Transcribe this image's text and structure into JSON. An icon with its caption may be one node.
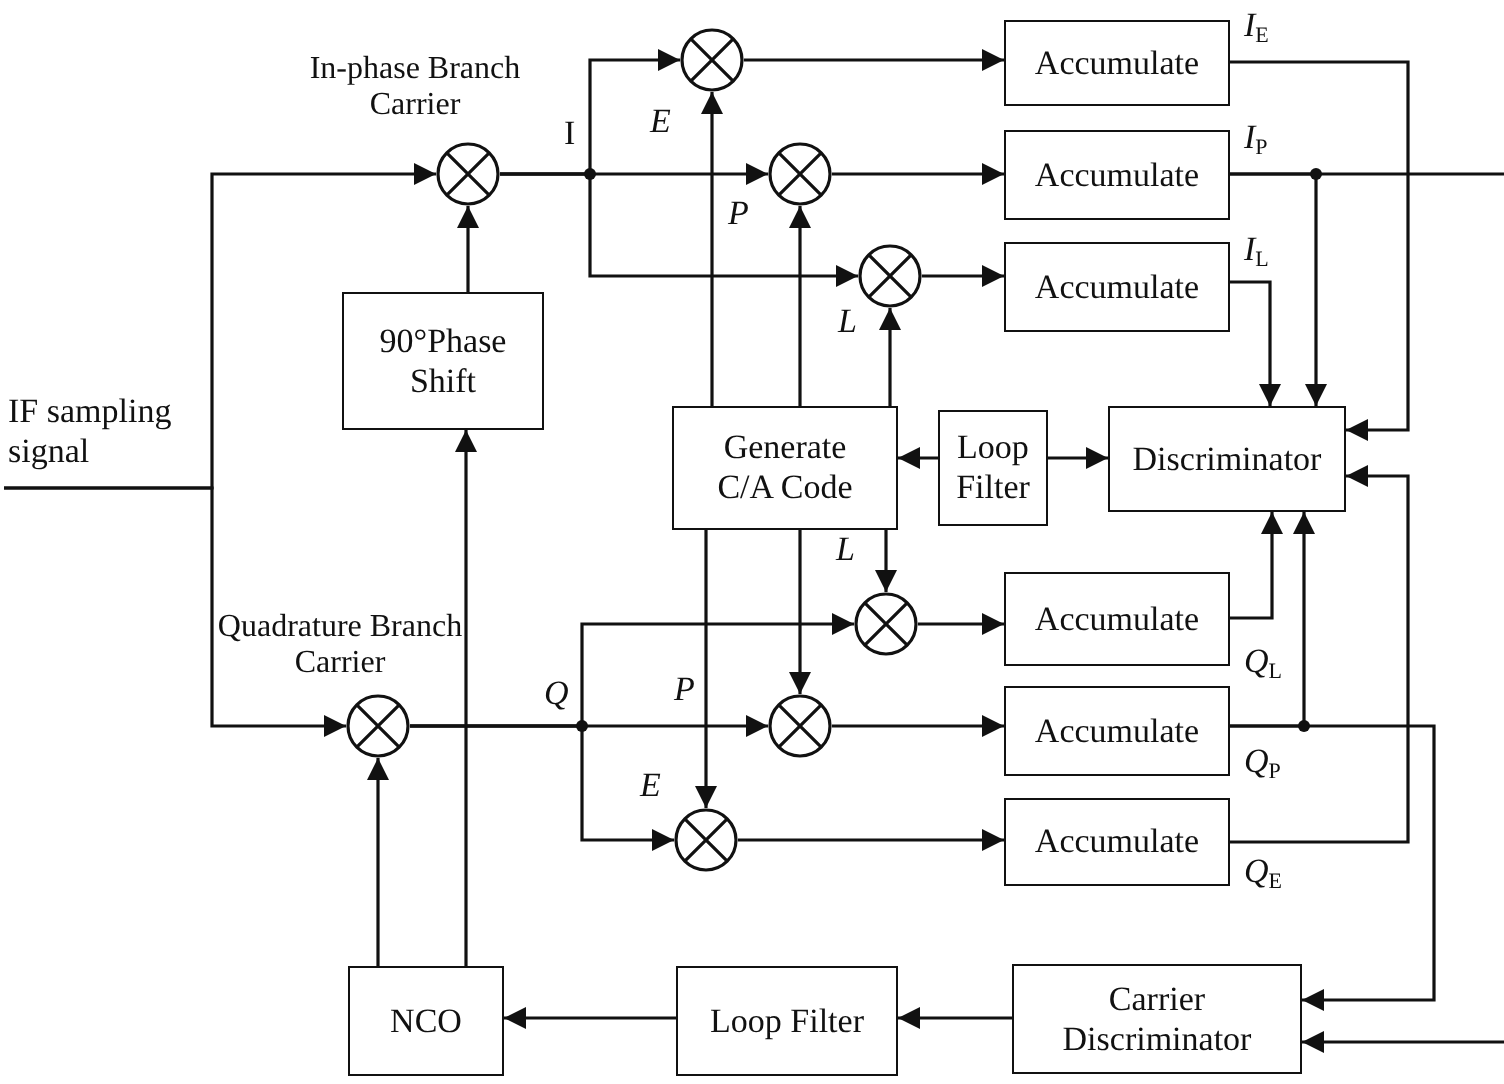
{
  "diagram": {
    "nodes": [
      {
        "text": [],
        "shape": "circle",
        "beside": [
          "In-phase Branch Carrier"
        ]
      },
      {
        "text": [],
        "shape": "circle"
      },
      {
        "text": [
          "Accumulate"
        ]
      },
      {
        "text": [],
        "shape": "circle"
      },
      {
        "text": [
          "Accumulate"
        ]
      },
      {
        "text": [],
        "shape": "circle"
      },
      {
        "text": [
          "Accumulate"
        ]
      },
      {
        "text": [
          "90°Phase Shift"
        ]
      },
      {
        "text": [
          "IF sampling signal"
        ]
      },
      {
        "text": [
          "Generate C/A Code"
        ]
      },
      {
        "text": [
          "Loop Filter"
        ]
      },
      {
        "text": [
          "Discriminator"
        ]
      },
      {
        "text": [],
        "shape": "circle"
      },
      {
        "text": [
          "Accumulate"
        ]
      },
      {
        "text": [],
        "shape": "circle",
        "beside": [
          "Quadrature Branch Carrier"
        ]
      },
      {
        "text": [],
        "shape": "circle"
      },
      {
        "text": [
          "Accumulate"
        ]
      },
      {
        "text": [],
        "shape": "circle"
      },
      {
        "text": [
          "Accumulate"
        ]
      },
      {
        "text": [
          "NCO"
        ]
      },
      {
        "text": [
          "Loop Filter"
        ]
      },
      {
        "text": [
          "Carrier Discriminator"
        ]
      }
    ],
    "edges": [
      {
        "from": 8,
        "to": 0,
        "arrow": "to"
      },
      {
        "from": 8,
        "to": 14,
        "arrow": "to"
      },
      {
        "from": 7,
        "to": 0,
        "arrow": "to"
      },
      {
        "from": 19,
        "to": 7,
        "arrow": "to"
      },
      {
        "from": 19,
        "to": 14,
        "arrow": "to"
      },
      {
        "from": 0,
        "to": 1,
        "arrow": "to"
      },
      {
        "from": 0,
        "to": 3,
        "arrow": "to"
      },
      {
        "from": 0,
        "to": 5,
        "arrow": "to"
      },
      {
        "from": 9,
        "to": 1,
        "arrow": "to"
      },
      {
        "from": 9,
        "to": 3,
        "arrow": "to"
      },
      {
        "from": 9,
        "to": 5,
        "arrow": "to"
      },
      {
        "from": 9,
        "to": 12,
        "arrow": "to"
      },
      {
        "from": 9,
        "to": 15,
        "arrow": "to"
      },
      {
        "from": 9,
        "to": 17,
        "arrow": "to"
      },
      {
        "from": 1,
        "to": 2,
        "arrow": "to"
      },
      {
        "from": 3,
        "to": 4,
        "arrow": "to"
      },
      {
        "from": 5,
        "to": 6,
        "arrow": "to"
      },
      {
        "from": 12,
        "to": 13,
        "arrow": "to"
      },
      {
        "from": 15,
        "to": 16,
        "arrow": "to"
      },
      {
        "from": 17,
        "to": 18,
        "arrow": "to"
      },
      {
        "from": 14,
        "to": 12,
        "arrow": "to"
      },
      {
        "from": 14,
        "to": 15,
        "arrow": "to"
      },
      {
        "from": 14,
        "to": 17,
        "arrow": "to"
      },
      {
        "from": 10,
        "to": 9,
        "arrow": "to"
      },
      {
        "from": 10,
        "to": 11,
        "arrow": "to"
      },
      {
        "from": 2,
        "to": 11,
        "arrow": "to"
      },
      {
        "from": 4,
        "to": 11,
        "arrow": "to"
      },
      {
        "from": 4,
        "to": null,
        "arrow": "none"
      },
      {
        "from": 6,
        "to": 11,
        "arrow": "to"
      },
      {
        "from": 13,
        "to": 11,
        "arrow": "to"
      },
      {
        "from": 16,
        "to": 11,
        "arrow": "to"
      },
      {
        "from": 16,
        "to": 21,
        "arrow": "to"
      },
      {
        "from": 18,
        "to": 11,
        "arrow": "to"
      },
      {
        "from": null,
        "to": 21,
        "arrow": "to"
      },
      {
        "from": 21,
        "to": 20,
        "arrow": "to"
      },
      {
        "from": 20,
        "to": 19,
        "arrow": "to"
      }
    ],
    "labels": [
      "*I*$_{E}$",
      "*E*",
      "I",
      "*I*$_{P}$",
      "*P*",
      "*I*$_{L}$",
      "*L*",
      "*L*",
      "*Q*",
      "*P*",
      "*Q*$_{L}$",
      "*Q*$_{P}$",
      "*E*",
      "*Q*$_{E}$"
    ]
  }
}
